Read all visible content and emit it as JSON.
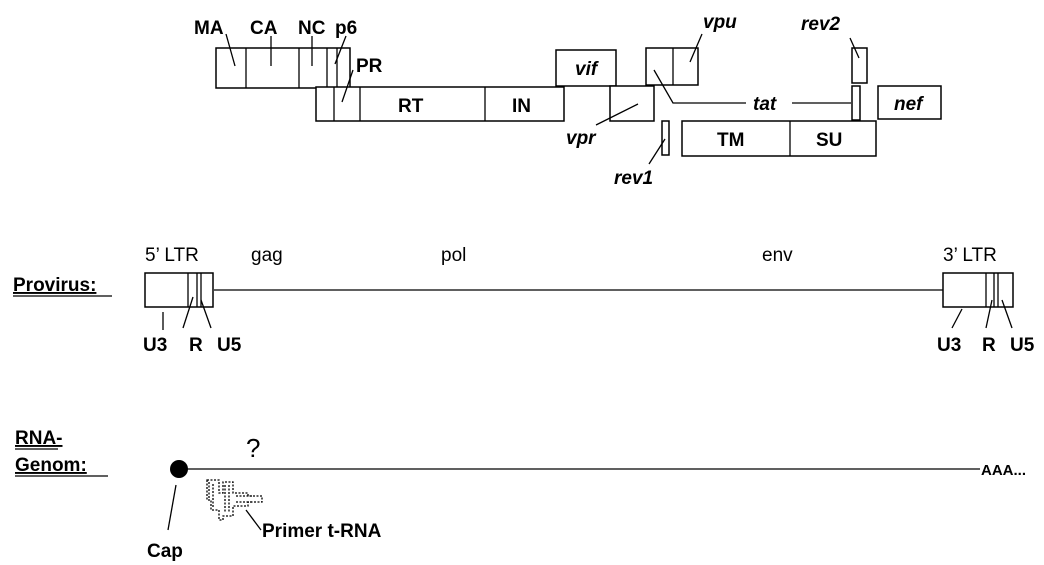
{
  "genome_map": {
    "gag": [
      "MA",
      "CA",
      "NC",
      "p6"
    ],
    "pol": [
      "PR",
      "RT",
      "IN"
    ],
    "accessory": [
      "vif",
      "vpr",
      "vpu",
      "tat",
      "nef"
    ],
    "rev_exons": [
      "rev1",
      "rev2"
    ],
    "env": [
      "TM",
      "SU"
    ]
  },
  "provirus": {
    "label": "Provirus:",
    "ltr5_label": "5’ LTR",
    "ltr3_label": "3’ LTR",
    "regions": [
      "gag",
      "pol",
      "env"
    ],
    "ltr_parts": [
      "U3",
      "R",
      "U5"
    ]
  },
  "rna_genome": {
    "label_line1": "RNA-",
    "label_line2": "Genom:",
    "unknown": "?",
    "tail": "AAA...",
    "cap": "Cap",
    "primer": "Primer t-RNA"
  }
}
